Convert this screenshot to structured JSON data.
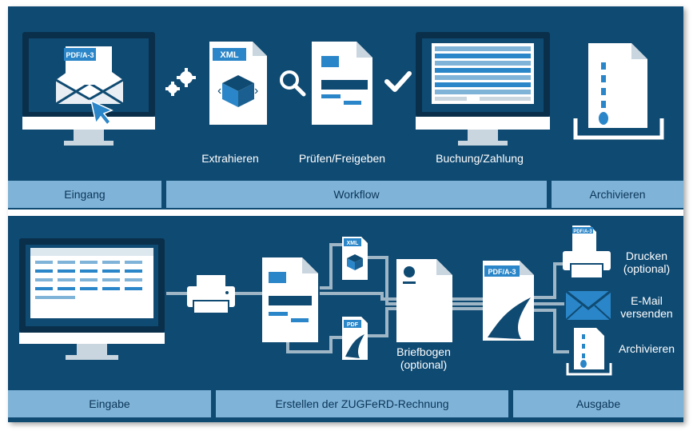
{
  "top": {
    "steps": {
      "extract": "Extrahieren",
      "check": "Prüfen/Freigeben",
      "booking": "Buchung/Zahlung"
    },
    "docs": {
      "pdfa_badge": "PDF/A-3",
      "xml_badge": "XML"
    },
    "bands": {
      "input": "Eingang",
      "workflow": "Workflow",
      "archive": "Archivieren"
    }
  },
  "bottom": {
    "badges": {
      "xml": "XML",
      "pdf": "PDF",
      "pdfa": "PDF/A-3",
      "pdfa_small": "PDF/A-3"
    },
    "labels": {
      "letterhead_line1": "Briefbogen",
      "letterhead_line2": "(optional)",
      "print_line1": "Drucken",
      "print_line2": "(optional)",
      "email_line1": "E-Mail",
      "email_line2": "versenden",
      "archive": "Archivieren"
    },
    "bands": {
      "input": "Eingabe",
      "create": "Erstellen der ZUGFeRD-Rechnung",
      "output": "Ausgabe"
    }
  },
  "colors": {
    "panel": "#0f4a72",
    "band": "#7fb3d8",
    "accent": "#2a86c8",
    "paper": "#ffffff"
  }
}
